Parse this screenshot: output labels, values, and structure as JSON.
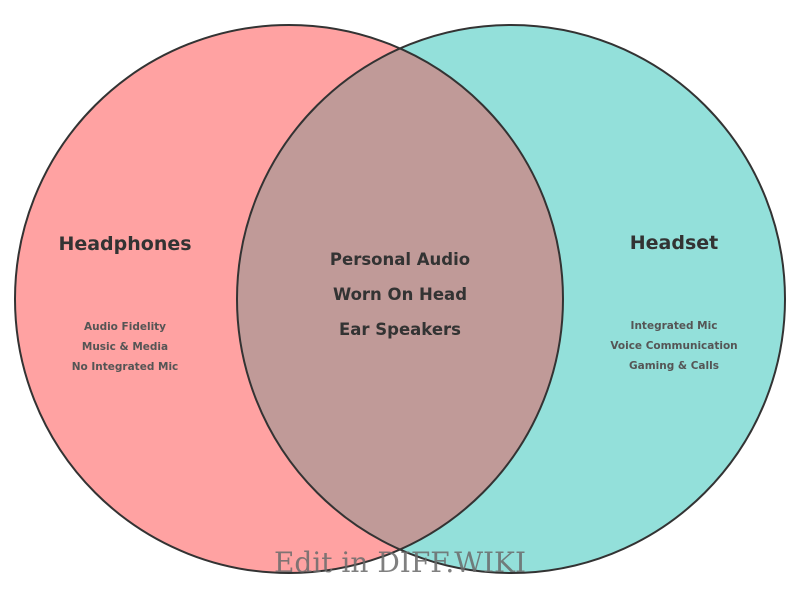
{
  "diagram": {
    "type": "venn",
    "colors": {
      "left_fill": "#ffa2a2",
      "right_fill": "#93e0da",
      "intersection_fill": "#c09a98",
      "stroke": "#333333",
      "title_text": "#333333",
      "item_text": "#555555"
    },
    "left": {
      "title": "Headphones",
      "items": [
        "Audio Fidelity",
        "Music & Media",
        "No Integrated Mic"
      ]
    },
    "right": {
      "title": "Headset",
      "items": [
        "Integrated Mic",
        "Voice Communication",
        "Gaming & Calls"
      ]
    },
    "intersection": {
      "items": [
        "Personal Audio",
        "Worn On Head",
        "Ear Speakers"
      ]
    }
  },
  "watermark": {
    "text": "Edit in DIFF.WIKI"
  }
}
